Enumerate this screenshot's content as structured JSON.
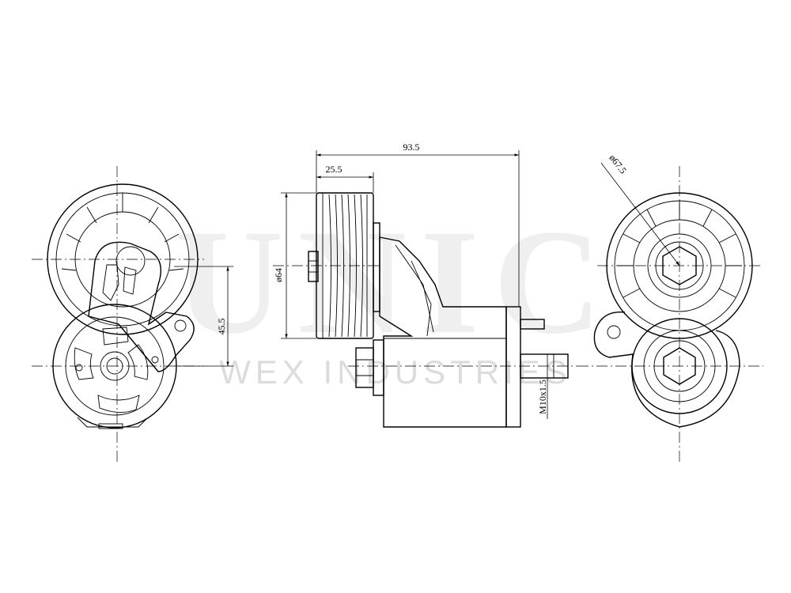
{
  "watermark": {
    "logo_text": "UNIC",
    "company": "WEX INDUSTRIES"
  },
  "dimensions": {
    "overall_length": "93.5",
    "pulley_offset": "25.5",
    "pulley_diameter": "ø64",
    "center_distance": "45.5",
    "pulley_outer_diameter": "ø67.5",
    "thread": "M10x1.5"
  }
}
